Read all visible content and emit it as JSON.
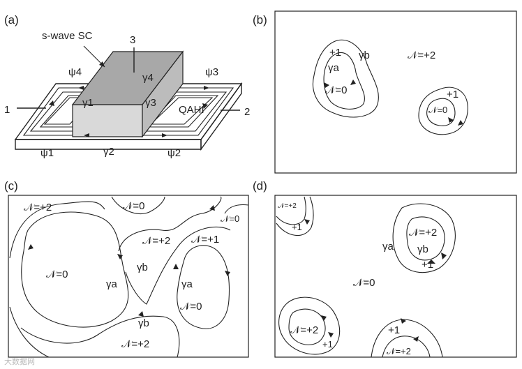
{
  "panels": {
    "a": {
      "tag": "(a)",
      "sc_label": "s-wave SC",
      "sc_lead": "3",
      "lead1": "1",
      "lead2": "2",
      "qahi": "QAHI",
      "psi1": "ψ1",
      "psi2": "ψ2",
      "psi3": "ψ3",
      "psi4": "ψ4",
      "gamma1": "γ1",
      "gamma2": "γ2",
      "gamma3": "γ3",
      "gamma4": "γ4"
    },
    "b": {
      "tag": "(b)",
      "n_outer": "𝒩=+2",
      "left_plus1": "+1",
      "left_gamma_a": "γa",
      "left_gamma_b": "γb",
      "left_n0": "𝒩=0",
      "right_plus1": "+1",
      "right_n0": "𝒩=0"
    },
    "c": {
      "tag": "(c)",
      "n_top_left": "𝒩=+2",
      "n_top_mid": "𝒩=0",
      "n_top_right": "𝒩=0",
      "n_mid": "𝒩=+2",
      "n_plus1": "𝒩=+1",
      "n_left_blob": "𝒩=0",
      "gamma_a_left": "γa",
      "gamma_b_mid": "γb",
      "gamma_a_right": "γa",
      "n_right_blob": "𝒩=0",
      "gamma_b_bottom": "γb",
      "n_bottom": "𝒩=+2"
    },
    "d": {
      "tag": "(d)",
      "n_corner": "𝒩=+2",
      "corner_plus1": "+1",
      "n_blob_right": "𝒩=+2",
      "gamma_a": "γa",
      "gamma_b": "γb",
      "blob_right_plus1": "+1",
      "n_background": "𝒩=0",
      "n_blob_bl": "𝒩=+2",
      "blob_bl_plus1": "+1",
      "blob_bc_plus1": "+1",
      "n_blob_bc": "𝒩=+2"
    }
  },
  "watermark": "大数据网"
}
